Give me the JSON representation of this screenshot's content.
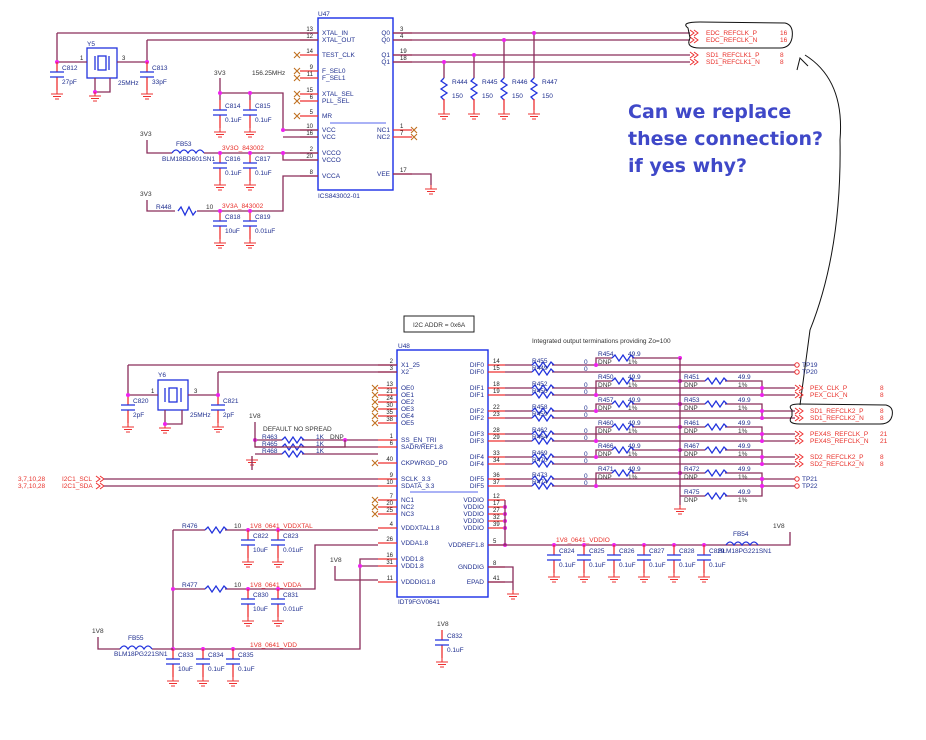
{
  "question": {
    "lines": [
      "Can we replace",
      "these connection?",
      "if yes why?"
    ],
    "color": "#3f48c8"
  },
  "u47": {
    "ref": "U47",
    "part": "ICS843002-01",
    "freq_label": "156.25MHz",
    "left_pins": [
      {
        "num": "13",
        "name": "XTAL_IN"
      },
      {
        "num": "12",
        "name": "XTAL_OUT"
      },
      {
        "num": "14",
        "name": "TEST_CLK"
      },
      {
        "num": "9",
        "name": "F_SEL0"
      },
      {
        "num": "11",
        "name": "F_SEL1"
      },
      {
        "num": "15",
        "name": "XTAL_SEL"
      },
      {
        "num": "6",
        "name": "PLL_SEL"
      },
      {
        "num": "5",
        "name": "MR"
      },
      {
        "num": "10",
        "name": "VCC"
      },
      {
        "num": "16",
        "name": "VCC"
      },
      {
        "num": "2",
        "name": "VCCO"
      },
      {
        "num": "20",
        "name": "VCCO"
      },
      {
        "num": "8",
        "name": "VCCA"
      }
    ],
    "right_pins": [
      {
        "num": "3",
        "name": "Q0"
      },
      {
        "num": "4",
        "name": "Q0"
      },
      {
        "num": "19",
        "name": "Q1"
      },
      {
        "num": "18",
        "name": "Q1"
      },
      {
        "num": "1",
        "name": "NC1"
      },
      {
        "num": "7",
        "name": "NC2"
      },
      {
        "num": "17",
        "name": "VEE"
      }
    ],
    "crystal": {
      "ref": "Y5",
      "freq": "25MHz",
      "pin1": "1",
      "pin3": "3"
    },
    "caps": [
      {
        "ref": "C812",
        "val": "27pF"
      },
      {
        "ref": "C813",
        "val": "33pF"
      },
      {
        "ref": "C814",
        "val": "0.1uF"
      },
      {
        "ref": "C815",
        "val": "0.1uF"
      },
      {
        "ref": "C816",
        "val": "0.1uF"
      },
      {
        "ref": "C817",
        "val": "0.1uF"
      },
      {
        "ref": "C818",
        "val": "10uF"
      },
      {
        "ref": "C819",
        "val": "0.01uF"
      }
    ],
    "ferrite": {
      "ref": "FB53",
      "part": "BLM18BD601SN1"
    },
    "resistor": {
      "ref": "R448",
      "val": "10"
    },
    "nets": {
      "vcco": "3V3O_843002",
      "vcca": "3V3A_843002"
    },
    "rails": [
      "3V3",
      "3V3",
      "3V3"
    ],
    "terminations": [
      {
        "ref": "R444",
        "val": "150"
      },
      {
        "ref": "R445",
        "val": "150"
      },
      {
        "ref": "R446",
        "val": "150"
      },
      {
        "ref": "R447",
        "val": "150"
      }
    ],
    "outputs": [
      {
        "net": "EDC_REFCLK_P",
        "page": "16"
      },
      {
        "net": "EDC_REFCLK_N",
        "page": "16"
      },
      {
        "net": "SD1_REFCLK1_P",
        "page": "8"
      },
      {
        "net": "SD1_REFCLK1_N",
        "page": "8"
      }
    ]
  },
  "u48": {
    "ref": "U48",
    "part": "IDT9FGV0641",
    "i2c_addr": "I2C ADDR = 0x6A",
    "note": "Integrated output terminations providing Zo=100",
    "default_note": "DEFAULT NO SPREAD",
    "left_pins": [
      {
        "num": "2",
        "name": "X1_25"
      },
      {
        "num": "3",
        "name": "X2"
      },
      {
        "num": "13",
        "name": "OE0"
      },
      {
        "num": "21",
        "name": "OE1"
      },
      {
        "num": "24",
        "name": "OE2"
      },
      {
        "num": "30",
        "name": "OE3"
      },
      {
        "num": "35",
        "name": "OE4"
      },
      {
        "num": "38",
        "name": "OE5"
      },
      {
        "num": "1",
        "name": "SS_EN_TRI"
      },
      {
        "num": "6",
        "name": "SADR/REF1.8"
      },
      {
        "num": "40",
        "name": "CKPWRGD_PD"
      },
      {
        "num": "9",
        "name": "SCLK_3.3"
      },
      {
        "num": "10",
        "name": "SDATA_3.3"
      },
      {
        "num": "7",
        "name": "NC1"
      },
      {
        "num": "20",
        "name": "NC2"
      },
      {
        "num": "25",
        "name": "NC3"
      },
      {
        "num": "4",
        "name": "VDDXTAL1.8"
      },
      {
        "num": "26",
        "name": "VDDA1.8"
      },
      {
        "num": "16",
        "name": "VDD1.8"
      },
      {
        "num": "31",
        "name": "VDD1.8"
      },
      {
        "num": "11",
        "name": "VDDDIG1.8"
      }
    ],
    "right_pins": [
      {
        "num": "14",
        "name": "DIF0"
      },
      {
        "num": "15",
        "name": "DIF0"
      },
      {
        "num": "18",
        "name": "DIF1"
      },
      {
        "num": "19",
        "name": "DIF1"
      },
      {
        "num": "22",
        "name": "DIF2"
      },
      {
        "num": "23",
        "name": "DIF2"
      },
      {
        "num": "28",
        "name": "DIF3"
      },
      {
        "num": "29",
        "name": "DIF3"
      },
      {
        "num": "33",
        "name": "DIF4"
      },
      {
        "num": "34",
        "name": "DIF4"
      },
      {
        "num": "36",
        "name": "DIF5"
      },
      {
        "num": "37",
        "name": "DIF5"
      },
      {
        "num": "12",
        "name": "VDDIO"
      },
      {
        "num": "17",
        "name": "VDDIO"
      },
      {
        "num": "27",
        "name": "VDDIO"
      },
      {
        "num": "32",
        "name": "VDDIO"
      },
      {
        "num": "39",
        "name": "VDDIO"
      },
      {
        "num": "5",
        "name": "VDDREF1.8"
      },
      {
        "num": "8",
        "name": "GNDDIG"
      },
      {
        "num": "41",
        "name": "EPAD"
      }
    ],
    "crystal": {
      "ref": "Y6",
      "freq": "25MHz",
      "pin1": "1",
      "pin3": "3"
    },
    "xtal_caps": [
      {
        "ref": "C820",
        "val": "2pF"
      },
      {
        "ref": "C821",
        "val": "2pF"
      }
    ],
    "strap_resistors": [
      {
        "ref": "R463",
        "val": "1K",
        "extra": "DNP"
      },
      {
        "ref": "R465",
        "val": "1K"
      },
      {
        "ref": "R468",
        "val": "1K"
      }
    ],
    "i2c": [
      {
        "pages": "3,7,10,28",
        "net": "I2C1_SCL"
      },
      {
        "pages": "3,7,10,28",
        "net": "I2C1_SDA"
      }
    ],
    "series_resistors": [
      {
        "ref": "R455",
        "val": "0"
      },
      {
        "ref": "R449",
        "val": "0"
      },
      {
        "ref": "R452",
        "val": "0"
      },
      {
        "ref": "R456",
        "val": "0"
      },
      {
        "ref": "R458",
        "val": "0"
      },
      {
        "ref": "R459",
        "val": "0"
      },
      {
        "ref": "R462",
        "val": "0"
      },
      {
        "ref": "R464",
        "val": "0"
      },
      {
        "ref": "R469",
        "val": "0"
      },
      {
        "ref": "R470",
        "val": "0"
      },
      {
        "ref": "R473",
        "val": "0"
      },
      {
        "ref": "R474",
        "val": "0"
      }
    ],
    "term_col1": [
      {
        "ref": "R454",
        "val": "49.9",
        "tol": "1%",
        "dnp": "DNP"
      },
      {
        "ref": "R450",
        "val": "49.9",
        "tol": "1%",
        "dnp": "DNP"
      },
      {
        "ref": "R457",
        "val": "49.9",
        "tol": "1%",
        "dnp": "DNP"
      },
      {
        "ref": "R460",
        "val": "49.9",
        "tol": "1%",
        "dnp": "DNP"
      },
      {
        "ref": "R466",
        "val": "49.9",
        "tol": "1%",
        "dnp": "DNP"
      },
      {
        "ref": "R471",
        "val": "49.9",
        "tol": "1%",
        "dnp": "DNP"
      }
    ],
    "term_col2": [
      {
        "ref": "R451",
        "val": "49.9",
        "tol": "1%",
        "dnp": "DNP"
      },
      {
        "ref": "R453",
        "val": "49.9",
        "tol": "1%",
        "dnp": "DNP"
      },
      {
        "ref": "R461",
        "val": "49.9",
        "tol": "1%",
        "dnp": "DNP"
      },
      {
        "ref": "R467",
        "val": "49.9",
        "tol": "1%",
        "dnp": "DNP"
      },
      {
        "ref": "R472",
        "val": "49.9",
        "tol": "1%",
        "dnp": "DNP"
      },
      {
        "ref": "R475",
        "val": "49.9",
        "tol": "1%",
        "dnp": "DNP"
      }
    ],
    "outputs": [
      {
        "net": "TP19",
        "page": ""
      },
      {
        "net": "TP20",
        "page": ""
      },
      {
        "net": "PEX_CLK_P",
        "page": "8"
      },
      {
        "net": "PEX_CLK_N",
        "page": "8"
      },
      {
        "net": "SD1_REFCLK2_P",
        "page": "8"
      },
      {
        "net": "SD1_REFCLK2_N",
        "page": "8"
      },
      {
        "net": "PEX4S_REFCLK_P",
        "page": "21"
      },
      {
        "net": "PEX4S_REFCLK_N",
        "page": "21"
      },
      {
        "net": "SD2_REFCLK2_P",
        "page": "8"
      },
      {
        "net": "SD2_REFCLK2_N",
        "page": "8"
      },
      {
        "net": "TP21",
        "page": ""
      },
      {
        "net": "TP22",
        "page": ""
      }
    ],
    "power": {
      "r476": {
        "ref": "R476",
        "val": "10"
      },
      "r477": {
        "ref": "R477",
        "val": "10"
      },
      "net_xtal": "1V8_0641_VDDXTAL",
      "net_vdda": "1V8_0641_VDDA",
      "net_vdd": "1V8_0641_VDD",
      "net_vddio": "1V8_0641_VDDIO",
      "fb55": {
        "ref": "FB55",
        "part": "BLM18PG221SN1"
      },
      "fb54": {
        "ref": "FB54",
        "part": "BLM18PG221SN1"
      },
      "rail": "1V8",
      "caps_xtal": [
        {
          "ref": "C822",
          "val": "10uF"
        },
        {
          "ref": "C823",
          "val": "0.01uF"
        }
      ],
      "caps_vdda": [
        {
          "ref": "C830",
          "val": "10uF"
        },
        {
          "ref": "C831",
          "val": "0.01uF"
        }
      ],
      "caps_vdd": [
        {
          "ref": "C833",
          "val": "10uF"
        },
        {
          "ref": "C834",
          "val": "0.1uF"
        },
        {
          "ref": "C835",
          "val": "0.1uF"
        }
      ],
      "caps_vddio": [
        {
          "ref": "C824",
          "val": "0.1uF"
        },
        {
          "ref": "C825",
          "val": "0.1uF"
        },
        {
          "ref": "C826",
          "val": "0.1uF"
        },
        {
          "ref": "C827",
          "val": "0.1uF"
        },
        {
          "ref": "C828",
          "val": "0.1uF"
        },
        {
          "ref": "C829",
          "val": "0.1uF"
        }
      ],
      "c832": {
        "ref": "C832",
        "val": "0.1uF"
      }
    }
  }
}
